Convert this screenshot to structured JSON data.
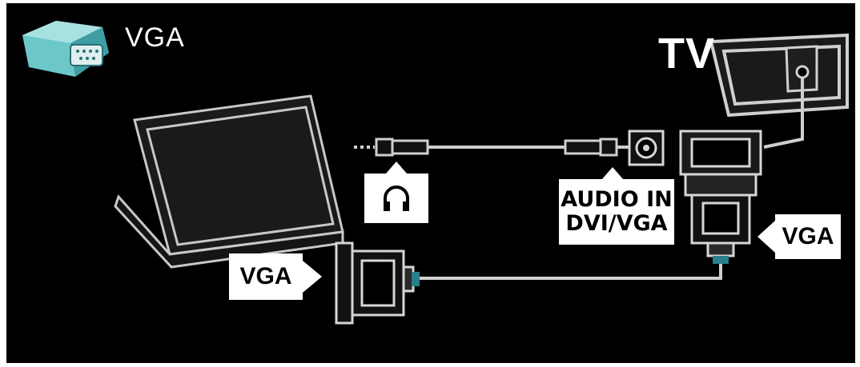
{
  "header": {
    "title": "VGA",
    "icon": "vga-connector-icon"
  },
  "tv": {
    "title": "TV",
    "icon": "tv-icon"
  },
  "labels": {
    "vga_left": "VGA",
    "vga_right": "VGA",
    "audio_line1": "AUDIO IN",
    "audio_line2": "DVI/VGA",
    "headphone": "headphone-icon"
  },
  "colors": {
    "background": "#000000",
    "cable_accent": "#2a7f8a",
    "connector_teal": "#5bb4b8",
    "label_bg": "#ffffff"
  }
}
